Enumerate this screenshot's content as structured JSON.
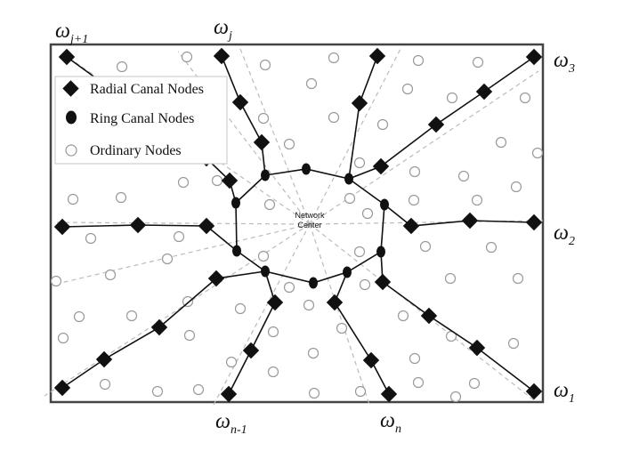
{
  "legend": {
    "radial_label": "Radial Canal Nodes",
    "ring_label": "Ring Canal Nodes",
    "ordinary_label": "Ordinary Nodes"
  },
  "center": {
    "line1": "Network",
    "line2": "Center"
  },
  "boundary_labels": {
    "w_j1": {
      "base": "ω",
      "sub": "j+1"
    },
    "w_j": {
      "base": "ω",
      "sub": "j"
    },
    "w_3": {
      "base": "ω",
      "sub": "3"
    },
    "w_2": {
      "base": "ω",
      "sub": "2"
    },
    "w_1": {
      "base": "ω",
      "sub": "1"
    },
    "w_n1": {
      "base": "ω",
      "sub": "n-1"
    },
    "w_n": {
      "base": "ω",
      "sub": "n"
    }
  },
  "colors": {
    "frame": "#444444",
    "canal": "#111111",
    "node_fill": "#111111",
    "ordinary_stroke": "#999999",
    "spoke": "#bbbbbb"
  }
}
